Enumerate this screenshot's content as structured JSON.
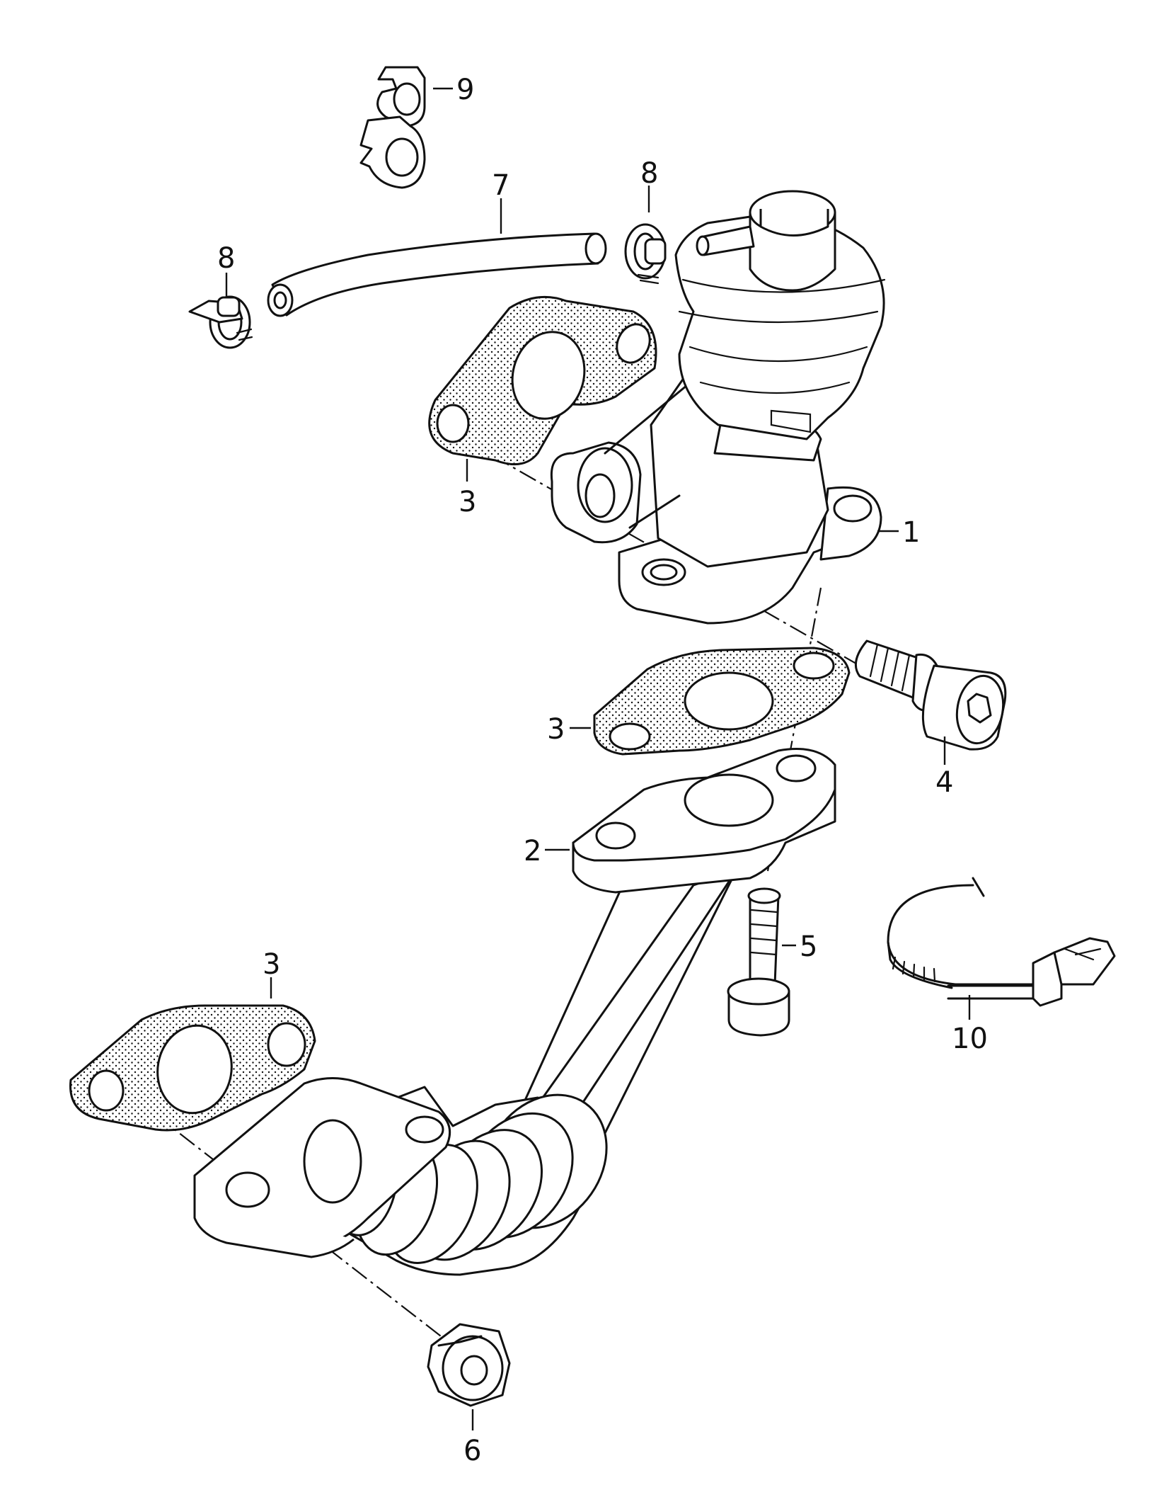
{
  "parts": [
    {
      "id": "part-1",
      "label": "1"
    },
    {
      "id": "part-2",
      "label": "2"
    },
    {
      "id": "part-3a",
      "label": "3"
    },
    {
      "id": "part-3b",
      "label": "3"
    },
    {
      "id": "part-3c",
      "label": "3"
    },
    {
      "id": "part-4",
      "label": "4"
    },
    {
      "id": "part-5",
      "label": "5"
    },
    {
      "id": "part-6",
      "label": "6"
    },
    {
      "id": "part-7",
      "label": "7"
    },
    {
      "id": "part-8a",
      "label": "8"
    },
    {
      "id": "part-8b",
      "label": "8"
    },
    {
      "id": "part-9",
      "label": "9"
    },
    {
      "id": "part-10",
      "label": "10"
    }
  ]
}
